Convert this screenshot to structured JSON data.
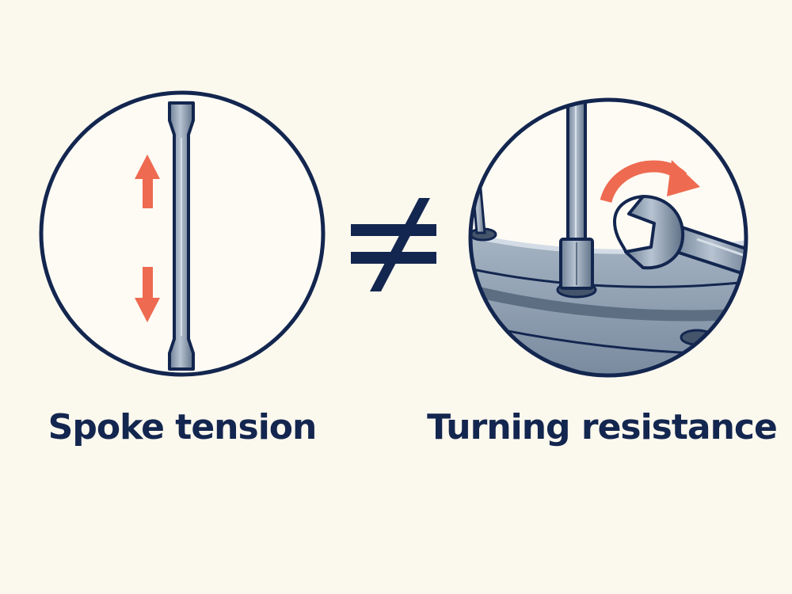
{
  "labels": {
    "left": "Spoke tension",
    "right": "Turning resistance"
  },
  "symbol": {
    "not_equal": "not-equal-sign"
  },
  "icons": {
    "left_panel": [
      "spoke-icon",
      "arrow-up-icon",
      "arrow-down-icon"
    ],
    "right_panel": [
      "rim-icon",
      "spoke-icon",
      "spoke-nipple-icon",
      "spoke-wrench-icon",
      "rotation-arrow-icon"
    ]
  },
  "colors": {
    "navy": "#13264f",
    "accent": "#ee6a50",
    "steel": "#8293a7",
    "background": "#fbf8ee"
  }
}
